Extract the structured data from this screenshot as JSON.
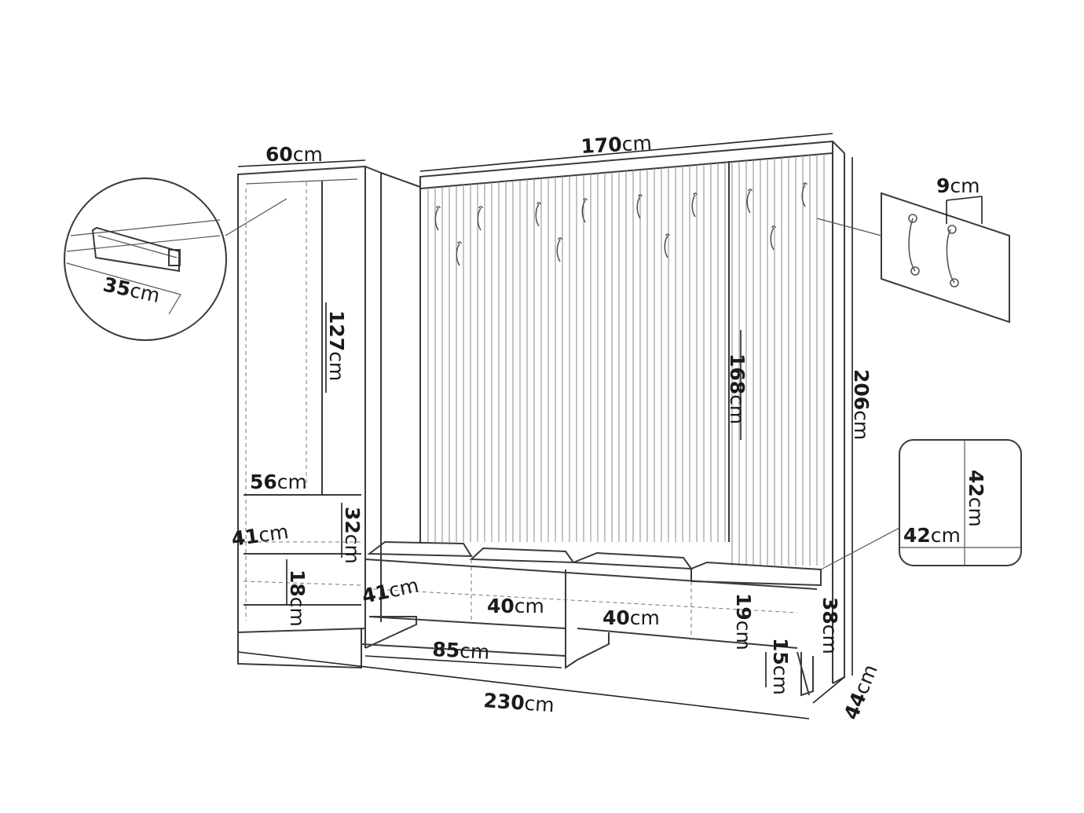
{
  "diagram": {
    "title": "Hallway furniture set dimensions",
    "labels": {
      "cabinet_width": {
        "value": "60",
        "unit": "cm"
      },
      "panel_width": {
        "value": "170",
        "unit": "cm"
      },
      "rail_depth": {
        "value": "35",
        "unit": "cm"
      },
      "cabinet_upper_height": {
        "value": "127",
        "unit": "cm"
      },
      "panel_height": {
        "value": "168",
        "unit": "cm"
      },
      "total_height": {
        "value": "206",
        "unit": "cm"
      },
      "hook_spacing": {
        "value": "9",
        "unit": "cm"
      },
      "shelf_width": {
        "value": "56",
        "unit": "cm"
      },
      "cabinet_depth": {
        "value": "41",
        "unit": "cm"
      },
      "drawer_height": {
        "value": "32",
        "unit": "cm"
      },
      "lower_shelf_height": {
        "value": "18",
        "unit": "cm"
      },
      "bench_depth": {
        "value": "41",
        "unit": "cm"
      },
      "bench_compartment_1": {
        "value": "40",
        "unit": "cm"
      },
      "bench_compartment_2": {
        "value": "40",
        "unit": "cm"
      },
      "bench_compartment_height": {
        "value": "19",
        "unit": "cm"
      },
      "bench_height": {
        "value": "38",
        "unit": "cm"
      },
      "bench_leg_height": {
        "value": "15",
        "unit": "cm"
      },
      "bench_section_width": {
        "value": "85",
        "unit": "cm"
      },
      "total_width": {
        "value": "230",
        "unit": "cm"
      },
      "total_depth": {
        "value": "44",
        "unit": "cm"
      },
      "cushion_width": {
        "value": "42",
        "unit": "cm"
      },
      "cushion_height": {
        "value": "42",
        "unit": "cm"
      }
    }
  }
}
